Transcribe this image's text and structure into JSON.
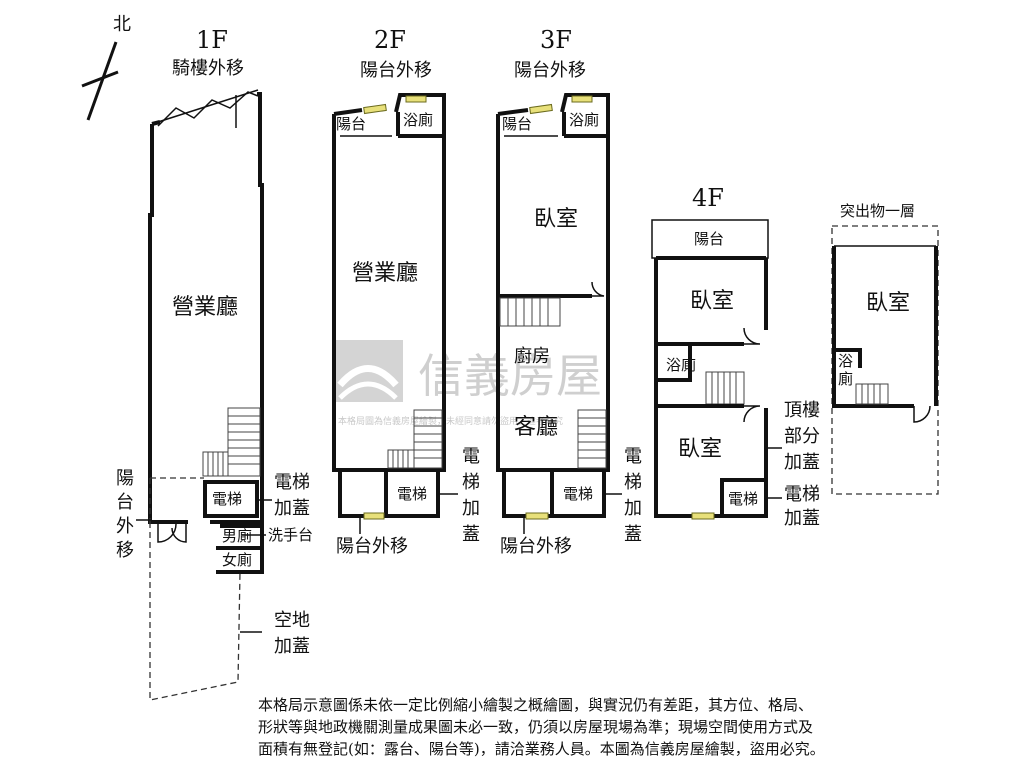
{
  "compass": {
    "label": "北"
  },
  "floors": {
    "f1": {
      "title": "1F",
      "subtitle": "騎樓外移",
      "hall": "營業廳",
      "balcony_side": [
        "陽",
        "台",
        "外",
        "移"
      ],
      "elevator": "電梯",
      "elevator_note": [
        "電梯",
        "加蓋"
      ],
      "mens": "男廁",
      "womens": "女廁",
      "sink": "洗手台",
      "yard_note": [
        "空地",
        "加蓋"
      ]
    },
    "f2": {
      "title": "2F",
      "subtitle": "陽台外移",
      "balcony": "陽台",
      "bath": "浴廁",
      "hall": "營業廳",
      "elevator": "電梯",
      "elevator_note": [
        "電",
        "梯",
        "加",
        "蓋"
      ],
      "bottom_note": "陽台外移"
    },
    "f3": {
      "title": "3F",
      "subtitle": "陽台外移",
      "balcony": "陽台",
      "bath": "浴廁",
      "bedroom": "臥室",
      "kitchen": "廚房",
      "living": "客廳",
      "elevator": "電梯",
      "elevator_note": [
        "電",
        "梯",
        "加",
        "蓋"
      ],
      "bottom_note": "陽台外移"
    },
    "f4": {
      "title": "4F",
      "balcony": "陽台",
      "bedroom1": "臥室",
      "bath": "浴廁",
      "bedroom2": "臥室",
      "elevator": "電梯",
      "rooftop_note": [
        "頂樓",
        "部分",
        "加蓋"
      ],
      "elevator_note": [
        "電梯",
        "加蓋"
      ]
    },
    "roof": {
      "title": "突出物一層",
      "bedroom": "臥室",
      "bath": [
        "浴",
        "廁"
      ]
    }
  },
  "watermark": {
    "brand": "信義房屋",
    "small": "本格局圖為信義房屋繪製，未經同意請勿盜用，違者必究"
  },
  "disclaimer": [
    "本格局示意圖係未依一定比例縮小繪製之概繪圖，與實況仍有差距，其方位、格局、",
    "形狀等與地政機關測量成果圖未必一致，仍須以房屋現場為準；現場空間使用方式及",
    "面積有無登記(如：露台、陽台等)，請洽業務人員。本圖為信義房屋繪製，盜用必究。"
  ]
}
